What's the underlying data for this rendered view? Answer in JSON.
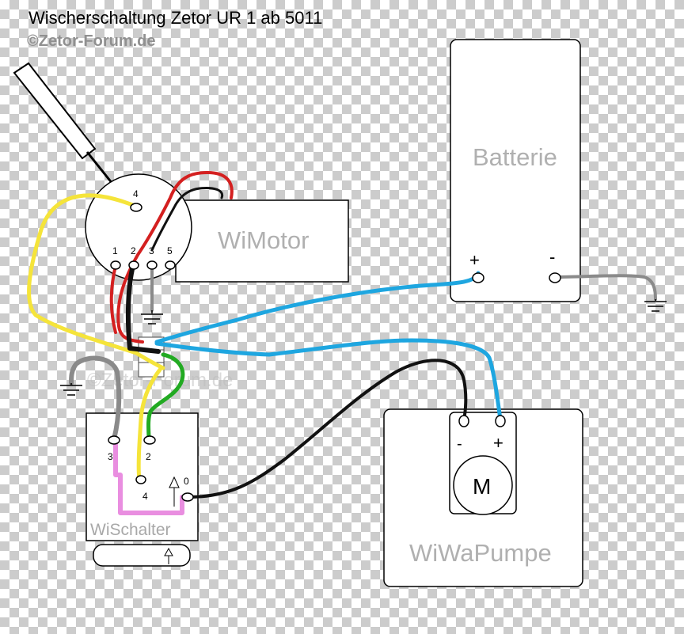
{
  "title": "Wischerschaltung Zetor UR 1 ab 5011",
  "copyright": "©Zetor-Forum.de",
  "watermark": "©Zetor-Forum.de",
  "components": {
    "motor": {
      "label": "WiMotor",
      "terminals": [
        "4",
        "1",
        "2",
        "3",
        "5"
      ]
    },
    "battery": {
      "label": "Batterie",
      "plus": "+",
      "minus": "-"
    },
    "switch": {
      "label": "WiSchalter",
      "terminals": [
        "3",
        "2",
        "4",
        "0"
      ]
    },
    "pump": {
      "label": "WiWaPumpe",
      "motor_symbol": "M",
      "plus": "+",
      "minus": "-"
    }
  },
  "wire_colors": {
    "yellow": "#f5e43a",
    "red": "#d42020",
    "black": "#111111",
    "blue": "#1ea6e0",
    "green": "#22aa22",
    "gray": "#8a8a8a",
    "pink": "#e98ee0"
  }
}
